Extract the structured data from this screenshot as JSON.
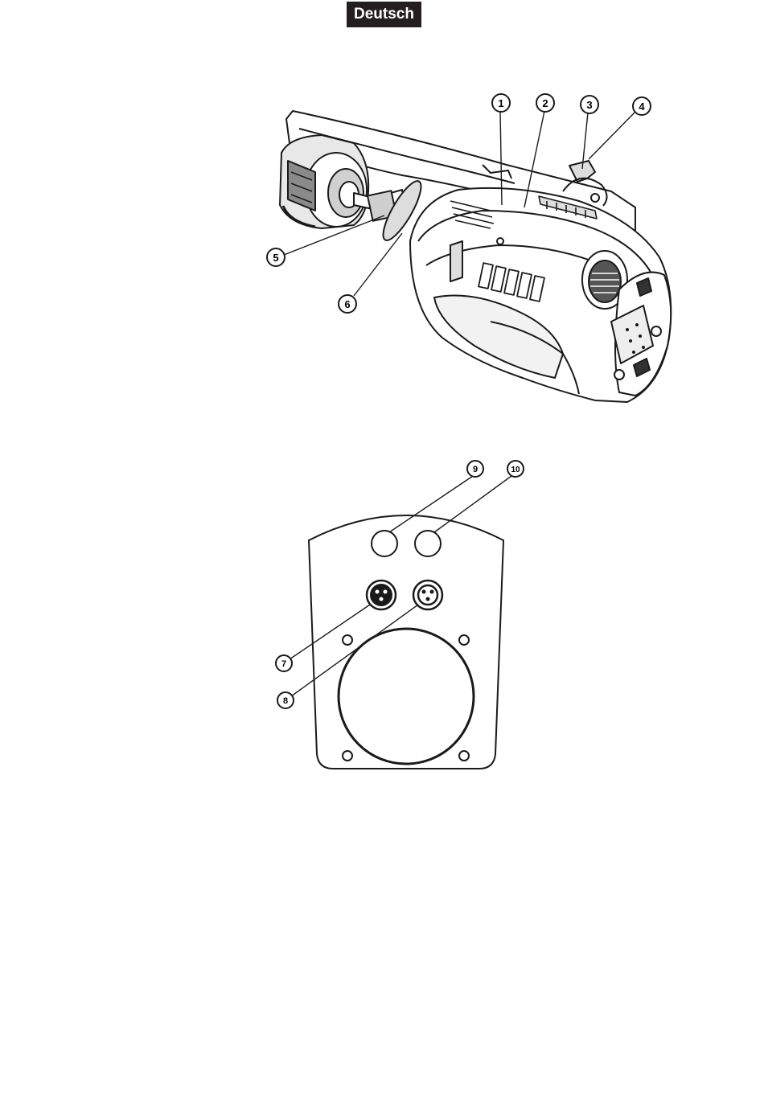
{
  "header": {
    "language_label": "Deutsch"
  },
  "figure1": {
    "callouts": [
      "1",
      "2",
      "3",
      "4",
      "5",
      "6"
    ]
  },
  "figure2": {
    "callouts": [
      "9",
      "10",
      "7",
      "8"
    ]
  },
  "colors": {
    "badge_bg": "#231f20",
    "line": "#1a1a1a"
  }
}
